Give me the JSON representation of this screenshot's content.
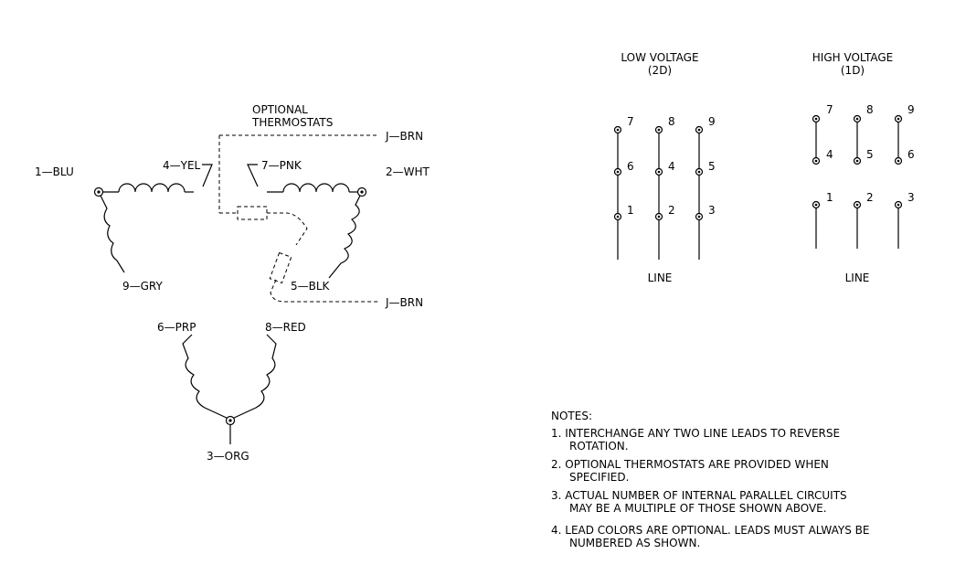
{
  "wiring": {
    "leads": {
      "l1": "1—BLU",
      "l2": "2—WHT",
      "l3": "3—ORG",
      "l4": "4—YEL",
      "l5": "5—BLK",
      "l6": "6—PRP",
      "l7": "7—PNK",
      "l8": "8—RED",
      "l9": "9—GRY"
    },
    "thermostats": {
      "line1": "OPTIONAL",
      "line2": "THERMOSTATS",
      "lead_top": "J—BRN",
      "lead_bottom": "J—BRN"
    }
  },
  "low_voltage": {
    "title": "LOW VOLTAGE",
    "subtitle": "(2D)",
    "line_label": "LINE",
    "terminals": [
      "7",
      "8",
      "9",
      "6",
      "4",
      "5",
      "1",
      "2",
      "3"
    ]
  },
  "high_voltage": {
    "title": "HIGH VOLTAGE",
    "subtitle": "(1D)",
    "line_label": "LINE",
    "terminals": [
      "7",
      "8",
      "9",
      "4",
      "5",
      "6",
      "1",
      "2",
      "3"
    ]
  },
  "notes": {
    "heading": "NOTES:",
    "n1a": "1. INTERCHANGE ANY TWO LINE LEADS TO REVERSE",
    "n1b": "ROTATION.",
    "n2a": "2. OPTIONAL THERMOSTATS ARE PROVIDED WHEN",
    "n2b": "SPECIFIED.",
    "n3a": "3. ACTUAL NUMBER OF INTERNAL PARALLEL CIRCUITS",
    "n3b": "MAY BE A MULTIPLE OF THOSE SHOWN ABOVE.",
    "n4a": "4. LEAD COLORS ARE OPTIONAL.  LEADS MUST ALWAYS BE",
    "n4b": "NUMBERED AS SHOWN."
  }
}
